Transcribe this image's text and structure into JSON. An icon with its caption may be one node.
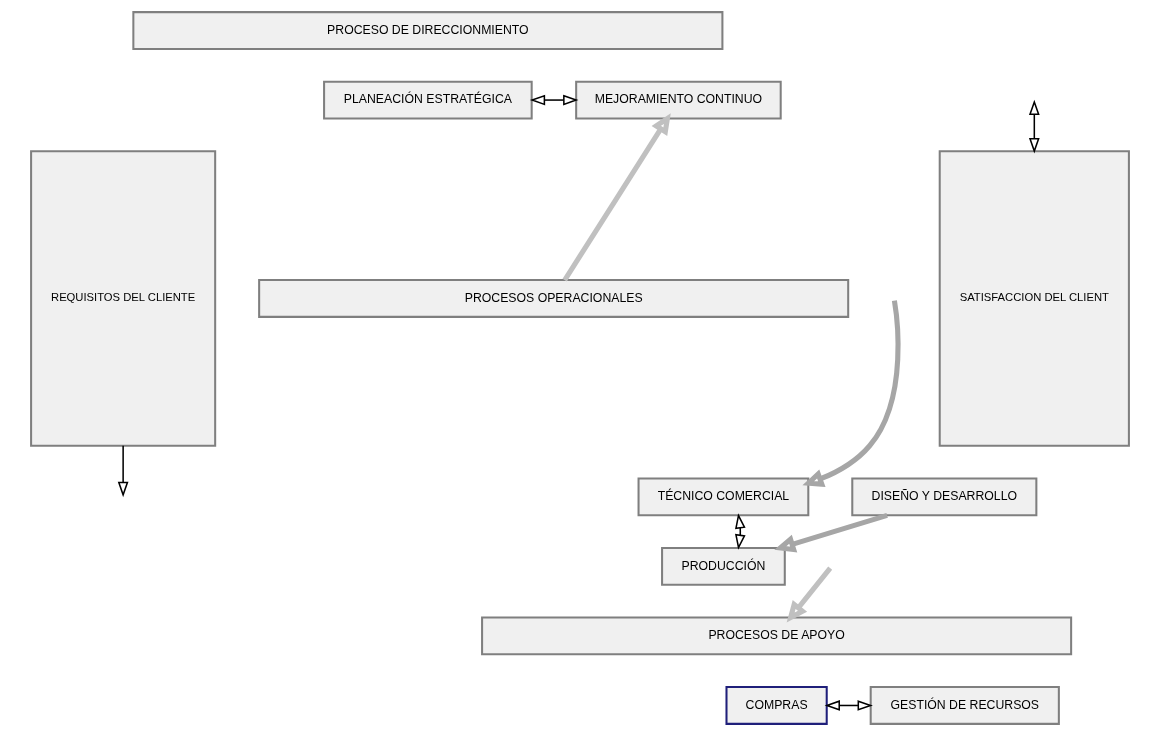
{
  "diagram": {
    "nodes": [
      {
        "text": [
          "REQUISITOS DEL CLIENTE"
        ]
      },
      {
        "text": [
          "PROCESO DE DIRECCIONMIENTO"
        ]
      },
      {
        "text": [
          "PLANEACIÓN ESTRATÉGICA"
        ]
      },
      {
        "text": [
          "MEJORAMIENTO CONTINUO"
        ]
      },
      {
        "text": [
          "PROCESOS OPERACIONALES"
        ]
      },
      {
        "text": [
          "TÉCNICO COMERCIAL"
        ]
      },
      {
        "text": [
          "DISEÑO Y DESARROLLO"
        ]
      },
      {
        "text": [
          "PRODUCCIÓN"
        ]
      },
      {
        "text": [
          "PROCESOS DE APOYO"
        ]
      },
      {
        "text": [
          "COMPRAS"
        ]
      },
      {
        "text": [
          "GESTIÓN DE RECURSOS"
        ]
      },
      {
        "text": [
          "SATISFACCION DEL CLIENT"
        ]
      }
    ],
    "edges": [
      {
        "from": 0,
        "to": null,
        "arrow": "to"
      },
      {
        "from": 2,
        "to": 3,
        "arrow": "both"
      },
      {
        "from": 4,
        "to": 3,
        "arrow": "to",
        "style": "thick",
        "color": "#c0c0c0"
      },
      {
        "from": null,
        "to": 5,
        "arrow": "to",
        "style": "thick",
        "color": "#a6a6a6"
      },
      {
        "from": 6,
        "to": 7,
        "arrow": "to",
        "style": "thick",
        "color": "#a6a6a6"
      },
      {
        "from": 5,
        "to": 7,
        "arrow": "both"
      },
      {
        "from": null,
        "to": 11,
        "arrow": "both"
      },
      {
        "from": null,
        "to": 8,
        "arrow": "to",
        "style": "thick",
        "color": "#c0c0c0"
      },
      {
        "from": 9,
        "to": 10,
        "arrow": "both"
      }
    ]
  }
}
